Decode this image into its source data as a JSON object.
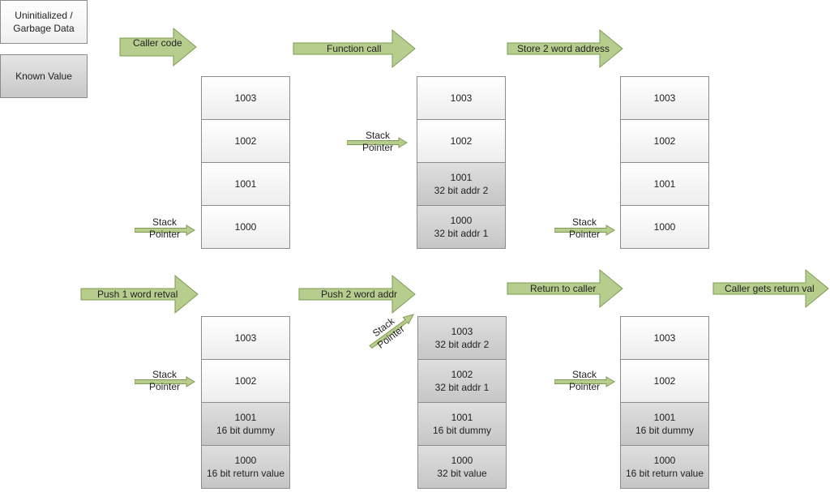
{
  "legend": {
    "uninitialized_line1": "Uninitialized /",
    "uninitialized_line2": "Garbage Data",
    "known": "Known Value"
  },
  "colors": {
    "arrow_fill": "#b7cd8d",
    "arrow_stroke": "#7e9a52",
    "uninitialized_fill": "#f4f4f4",
    "known_fill": "#d2d2d2",
    "cell_border": "#8c8c8c"
  },
  "steps": [
    "Caller code",
    "Function call",
    "Store 2 word address",
    "Push 1 word retval",
    "Push 2 word addr",
    "Return to caller",
    "Caller gets return val"
  ],
  "stack_pointer": {
    "line1": "Stack",
    "line2": "Pointer"
  },
  "stacks": [
    {
      "cells": [
        {
          "line1": "1003",
          "line2": "",
          "state": "uninit"
        },
        {
          "line1": "1002",
          "line2": "",
          "state": "uninit"
        },
        {
          "line1": "1001",
          "line2": "",
          "state": "uninit"
        },
        {
          "line1": "1000",
          "line2": "",
          "state": "uninit"
        }
      ]
    },
    {
      "cells": [
        {
          "line1": "1003",
          "line2": "",
          "state": "uninit"
        },
        {
          "line1": "1002",
          "line2": "",
          "state": "uninit"
        },
        {
          "line1": "1001",
          "line2": "32 bit addr 2",
          "state": "known"
        },
        {
          "line1": "1000",
          "line2": "32 bit addr 1",
          "state": "known"
        }
      ]
    },
    {
      "cells": [
        {
          "line1": "1003",
          "line2": "",
          "state": "uninit"
        },
        {
          "line1": "1002",
          "line2": "",
          "state": "uninit"
        },
        {
          "line1": "1001",
          "line2": "",
          "state": "uninit"
        },
        {
          "line1": "1000",
          "line2": "",
          "state": "uninit"
        }
      ]
    },
    {
      "cells": [
        {
          "line1": "1003",
          "line2": "",
          "state": "uninit"
        },
        {
          "line1": "1002",
          "line2": "",
          "state": "uninit"
        },
        {
          "line1": "1001",
          "line2": "16 bit dummy",
          "state": "known"
        },
        {
          "line1": "1000",
          "line2": "16 bit return value",
          "state": "known"
        }
      ]
    },
    {
      "cells": [
        {
          "line1": "1003",
          "line2": "32 bit addr 2",
          "state": "known"
        },
        {
          "line1": "1002",
          "line2": "32 bit addr 1",
          "state": "known"
        },
        {
          "line1": "1001",
          "line2": "16 bit dummy",
          "state": "known"
        },
        {
          "line1": "1000",
          "line2": "32 bit value",
          "state": "known"
        }
      ]
    },
    {
      "cells": [
        {
          "line1": "1003",
          "line2": "",
          "state": "uninit"
        },
        {
          "line1": "1002",
          "line2": "",
          "state": "uninit"
        },
        {
          "line1": "1001",
          "line2": "16 bit dummy",
          "state": "known"
        },
        {
          "line1": "1000",
          "line2": "16 bit return value",
          "state": "known"
        }
      ]
    }
  ]
}
